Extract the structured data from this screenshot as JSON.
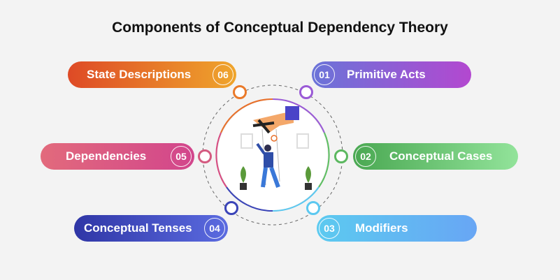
{
  "title": "Components of Conceptual Dependency Theory",
  "items": [
    {
      "num": "01",
      "label": "Primitive Acts",
      "colors": [
        "#6a74d8",
        "#b348d0"
      ]
    },
    {
      "num": "02",
      "label": "Conceptual Cases",
      "colors": [
        "#4aa852",
        "#92e39a"
      ]
    },
    {
      "num": "03",
      "label": "Modifiers",
      "colors": [
        "#5ccaf0",
        "#68a6f4"
      ]
    },
    {
      "num": "04",
      "label": "Conceptual Tenses",
      "colors": [
        "#2f36a6",
        "#5b6be0"
      ]
    },
    {
      "num": "05",
      "label": "Dependencies",
      "colors": [
        "#e26a7c",
        "#d2458c"
      ]
    },
    {
      "num": "06",
      "label": "State Descriptions",
      "colors": [
        "#de4a26",
        "#efa52c"
      ]
    }
  ]
}
